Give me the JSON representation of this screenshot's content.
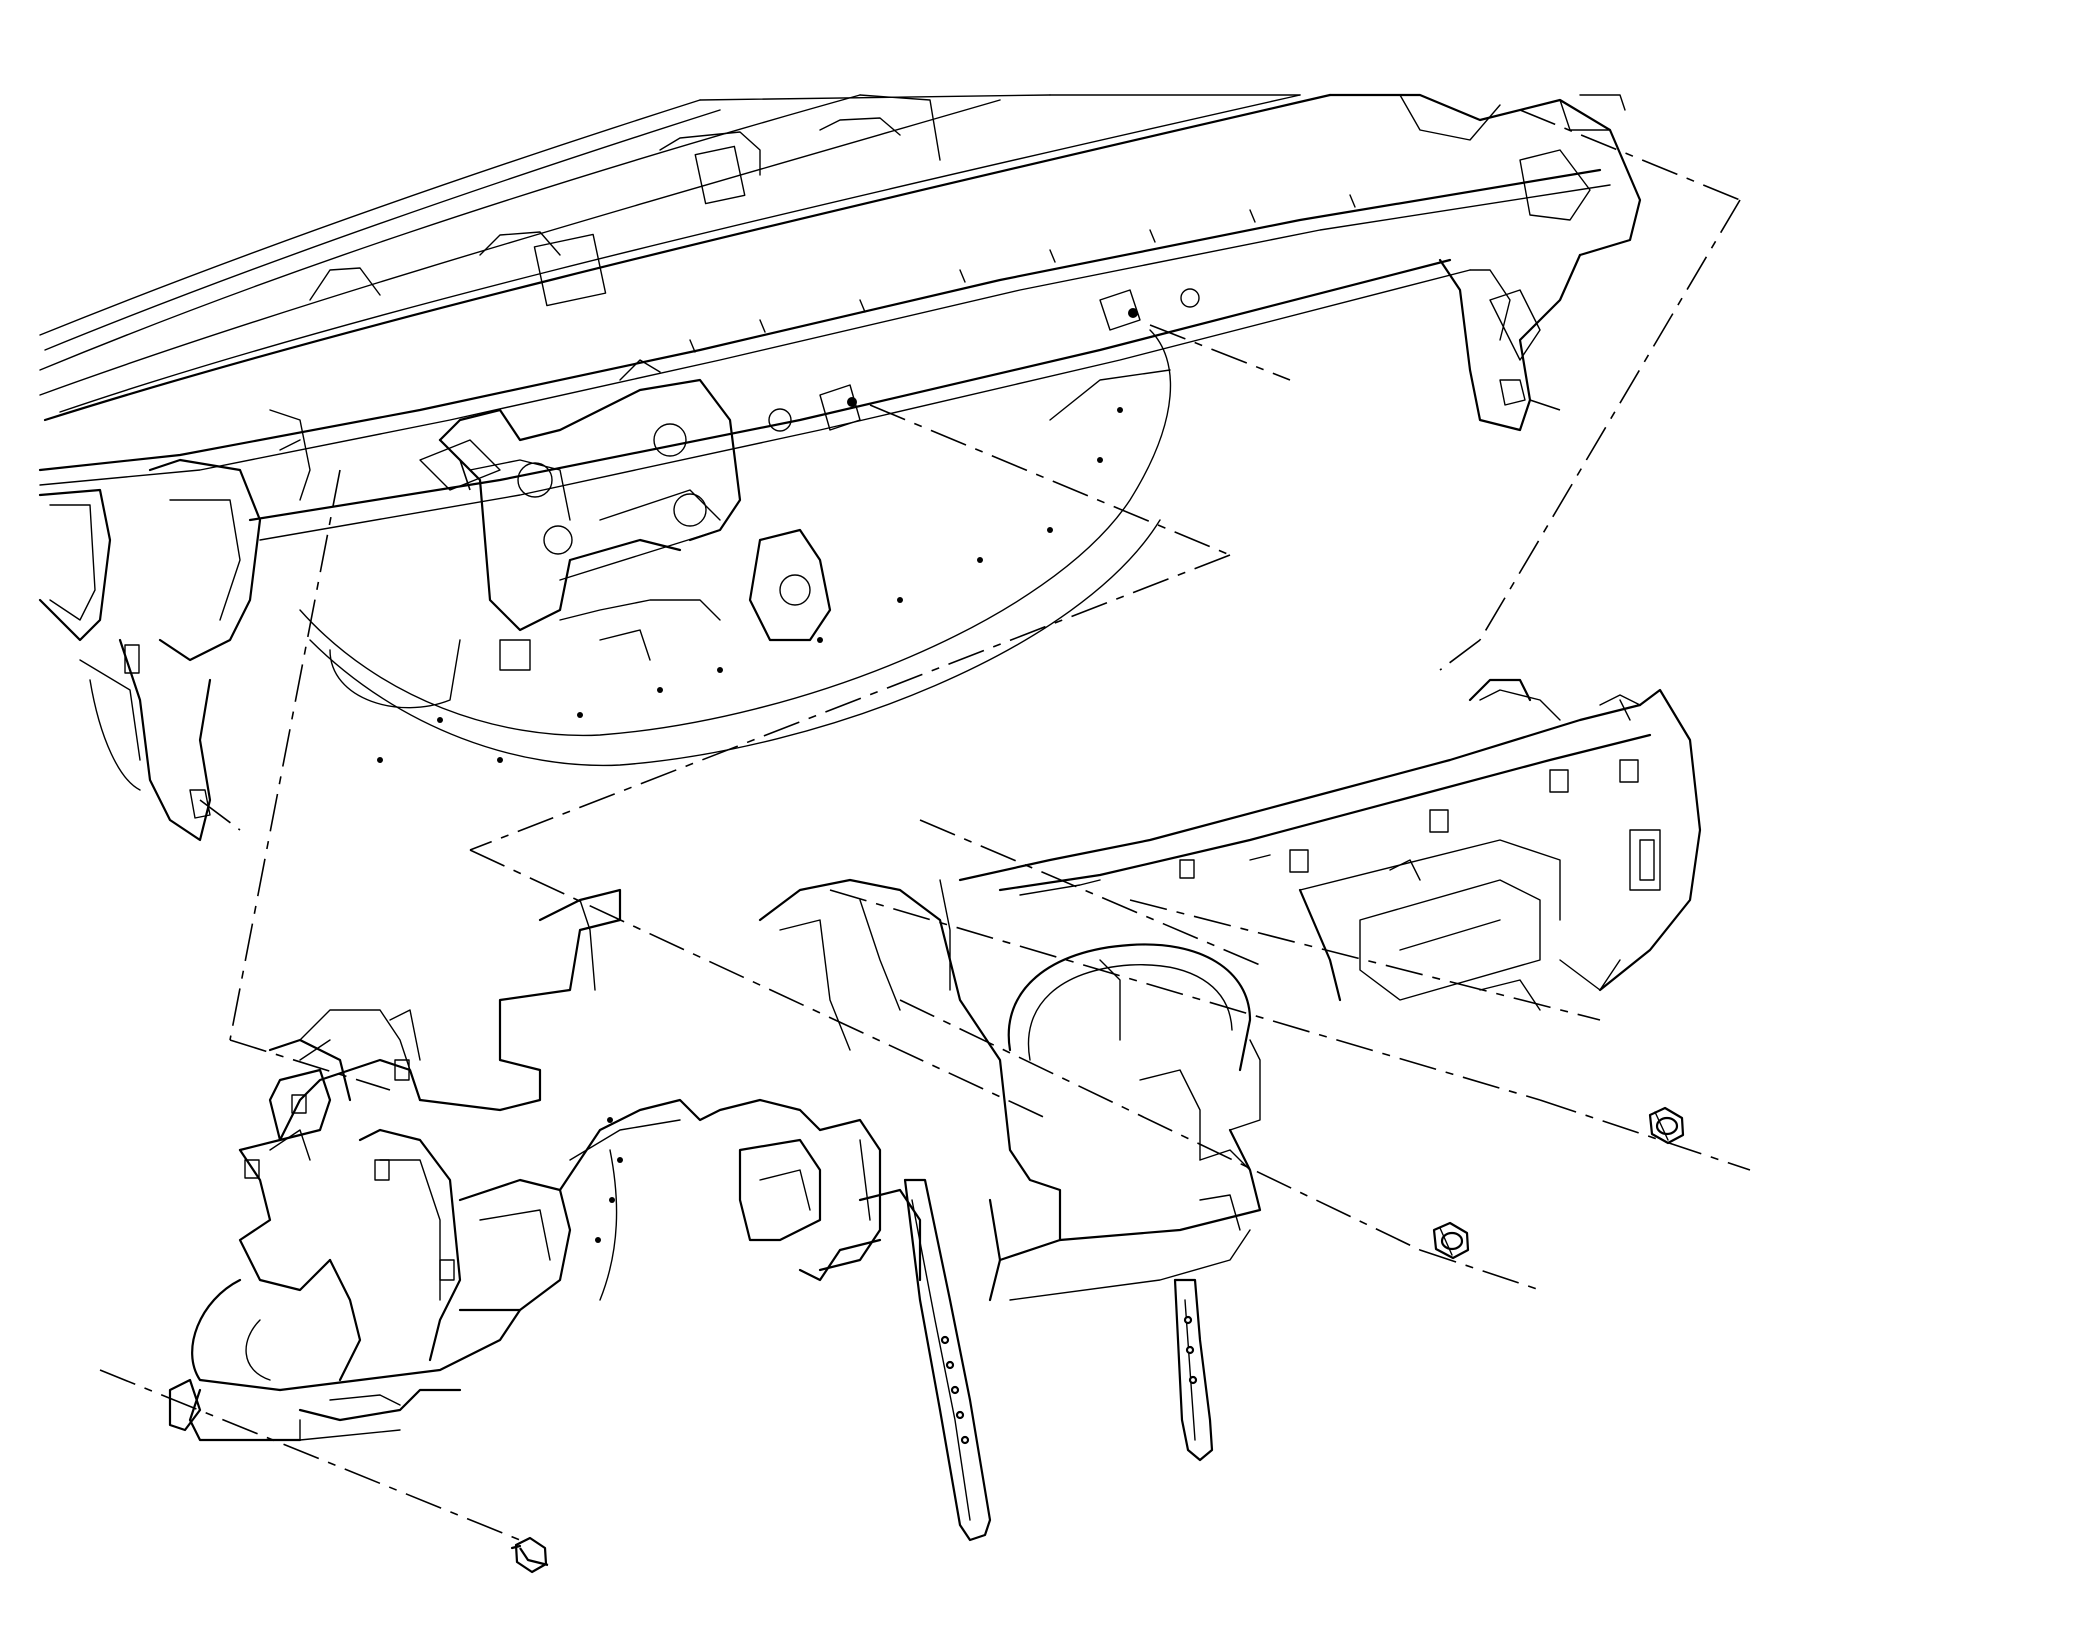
{
  "diagram": {
    "kind": "exploded-view line drawing",
    "components": [
      {
        "id": "cowl-upper-panel",
        "icon": "cowl-panel-icon"
      },
      {
        "id": "dash-cross-car-beam",
        "icon": "cross-car-beam-icon"
      },
      {
        "id": "steering-column-support",
        "icon": "steering-bracket-icon"
      },
      {
        "id": "instrument-panel-carrier",
        "icon": "ip-carrier-icon"
      },
      {
        "id": "center-support-brace-left",
        "icon": "brace-icon"
      },
      {
        "id": "center-support-brace-right",
        "icon": "brace-icon"
      },
      {
        "id": "nut-upper",
        "icon": "flange-nut-icon"
      },
      {
        "id": "nut-lower",
        "icon": "flange-nut-icon"
      },
      {
        "id": "bolt",
        "icon": "flange-bolt-icon"
      }
    ],
    "colors": {
      "ink": "#000000",
      "background": "#ffffff"
    }
  }
}
